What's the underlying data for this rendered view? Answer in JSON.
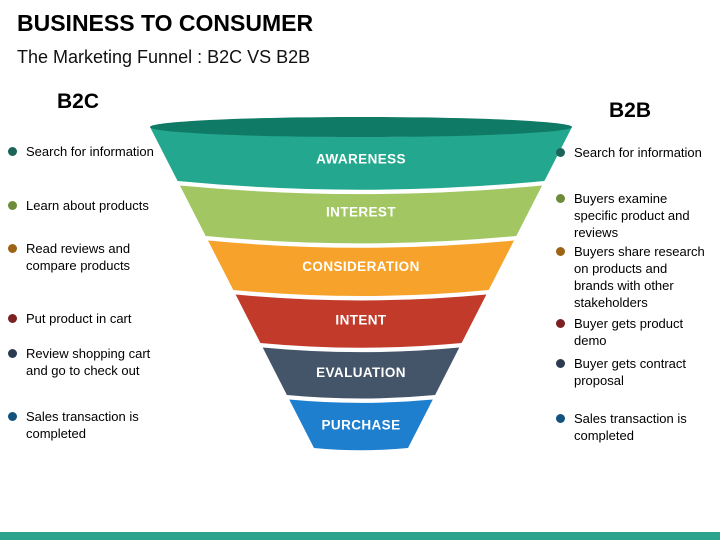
{
  "header": {
    "title": "BUSINESS TO CONSUMER",
    "subtitle": "The Marketing Funnel : B2C VS B2B"
  },
  "b2c": {
    "heading": "B2C",
    "items": [
      {
        "text": "Search for information",
        "bullet_color": "#1B6458"
      },
      {
        "text": "Learn about products",
        "bullet_color": "#6C8C3A"
      },
      {
        "text": "Read reviews and\ncompare products",
        "bullet_color": "#9C6414"
      },
      {
        "text": "Put product in cart",
        "bullet_color": "#7C2121"
      },
      {
        "text": "Review shopping cart\nand go to check out",
        "bullet_color": "#2C3C50"
      },
      {
        "text": "Sales transaction is\ncompleted",
        "bullet_color": "#14527E"
      }
    ]
  },
  "b2b": {
    "heading": "B2B",
    "items": [
      {
        "text": "Search for information",
        "bullet_color": "#1B6458"
      },
      {
        "text": "Buyers examine\nspecific product and\nreviews",
        "bullet_color": "#6C8C3A"
      },
      {
        "text": "Buyers share research\non products and\nbrands with other\nstakeholders",
        "bullet_color": "#9C6414"
      },
      {
        "text": "Buyer gets product\ndemo",
        "bullet_color": "#7C2121"
      },
      {
        "text": "Buyer gets contract\nproposal",
        "bullet_color": "#2C3C50"
      },
      {
        "text": "Sales transaction is\ncompleted",
        "bullet_color": "#14527E"
      }
    ]
  },
  "funnel": {
    "rim_color": "#0F7A66",
    "stages": [
      {
        "label": "AWARENESS",
        "color": "#23A78E"
      },
      {
        "label": "INTEREST",
        "color": "#A2C662"
      },
      {
        "label": "CONSIDERATION",
        "color": "#F6A22B"
      },
      {
        "label": "INTENT",
        "color": "#C23A2A"
      },
      {
        "label": "EVALUATION",
        "color": "#455569"
      },
      {
        "label": "PURCHASE",
        "color": "#1F7FCF"
      }
    ]
  },
  "footer": {
    "bar_color": "#2CA48C"
  }
}
